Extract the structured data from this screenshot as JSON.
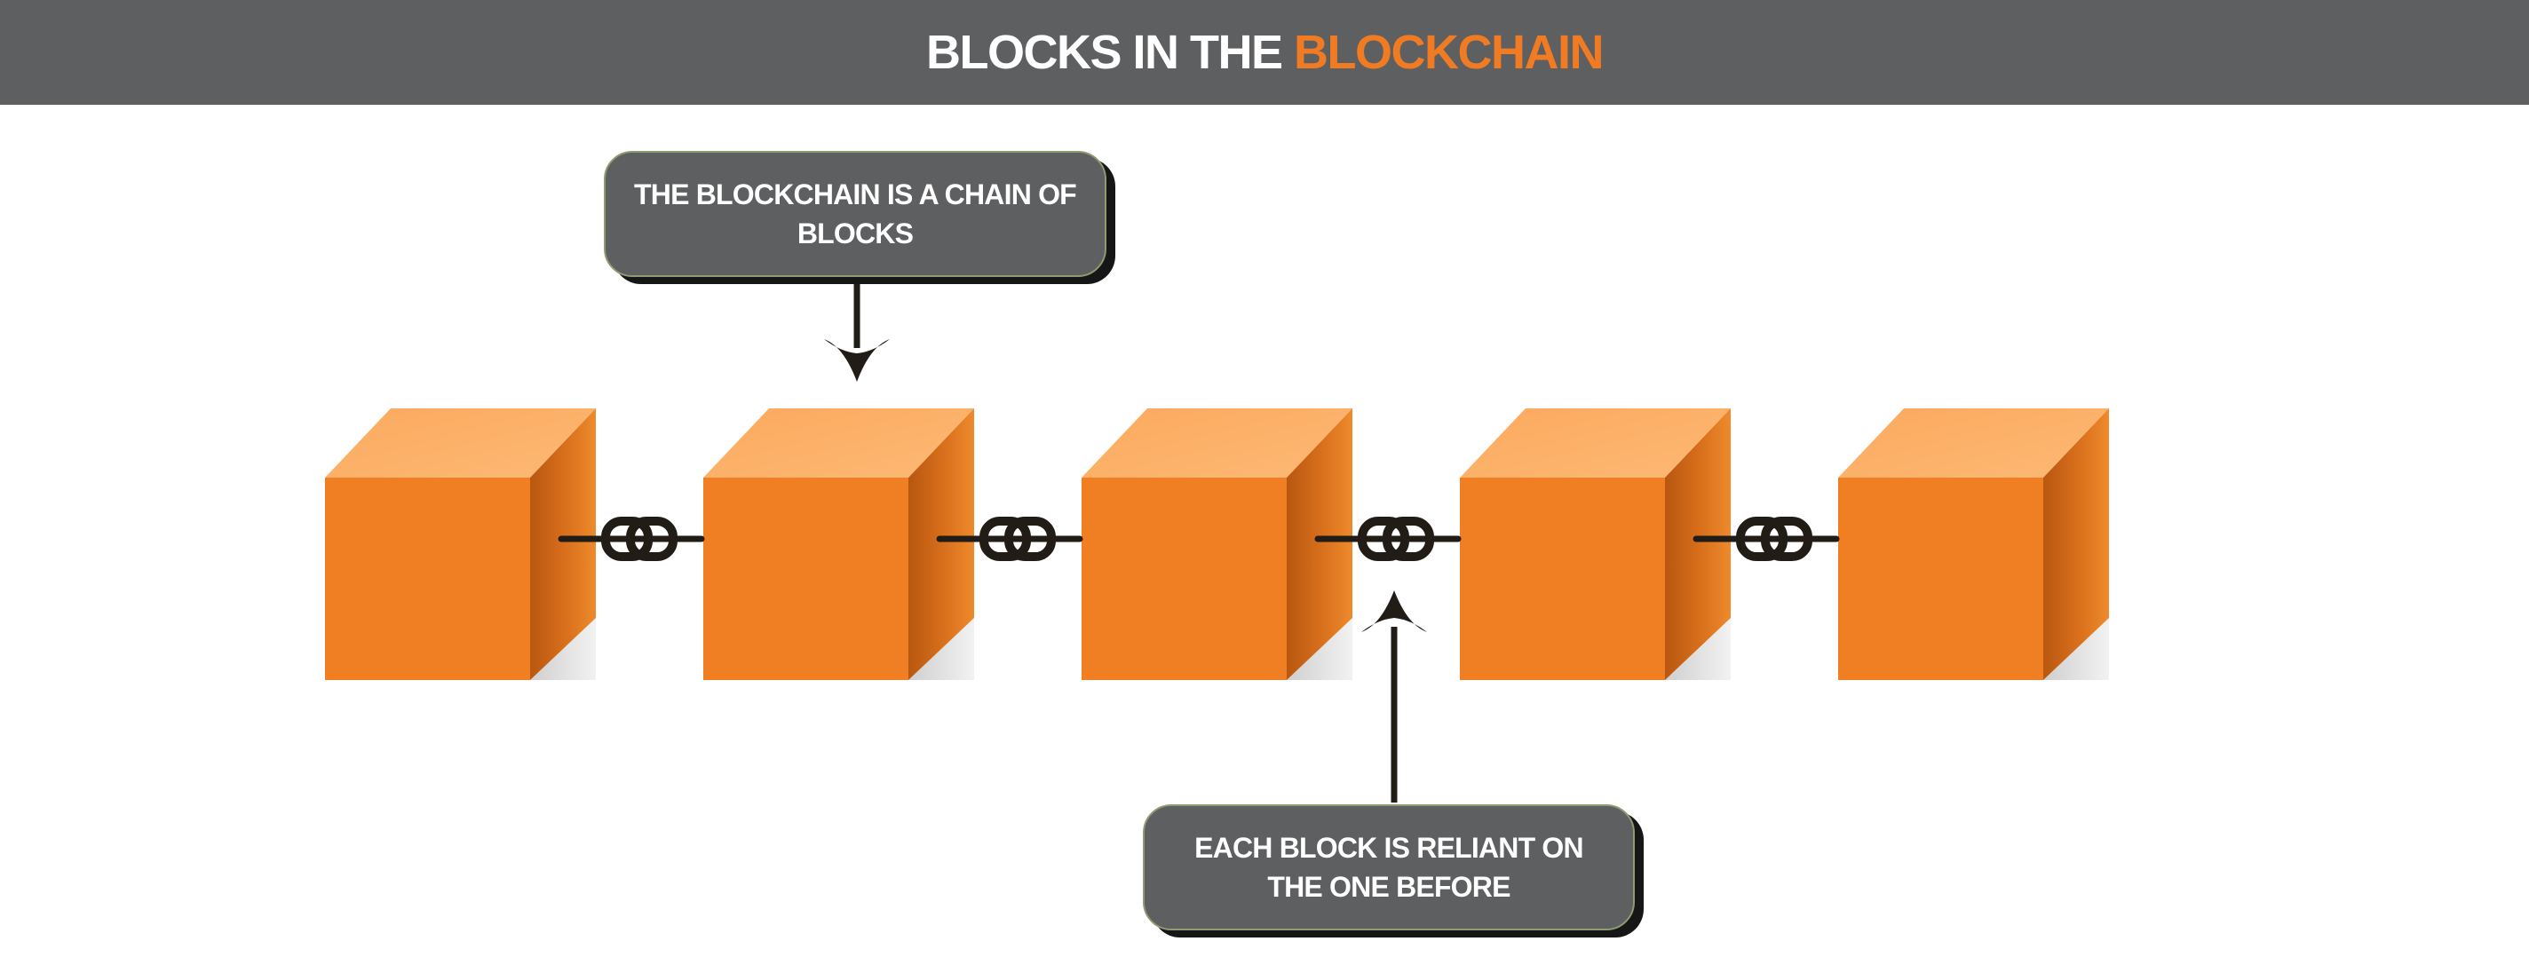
{
  "header": {
    "title_prefix": "BLOCKS IN THE ",
    "title_accent": "BLOCKCHAIN"
  },
  "callouts": [
    {
      "text": "THE BLOCKCHAIN IS A CHAIN OF BLOCKS"
    },
    {
      "text": "EACH BLOCK IS RELIANT ON THE ONE BEFORE"
    }
  ],
  "diagram": {
    "block_count": 5,
    "link_count": 4,
    "colors": {
      "header_bg": "#5e5f61",
      "accent": "#f07b22",
      "block_front": "#ef7f22",
      "block_top": "#fdb26d",
      "block_side": "#c2580f",
      "link": "#221c17",
      "callout_bg": "#5e5f61"
    }
  }
}
